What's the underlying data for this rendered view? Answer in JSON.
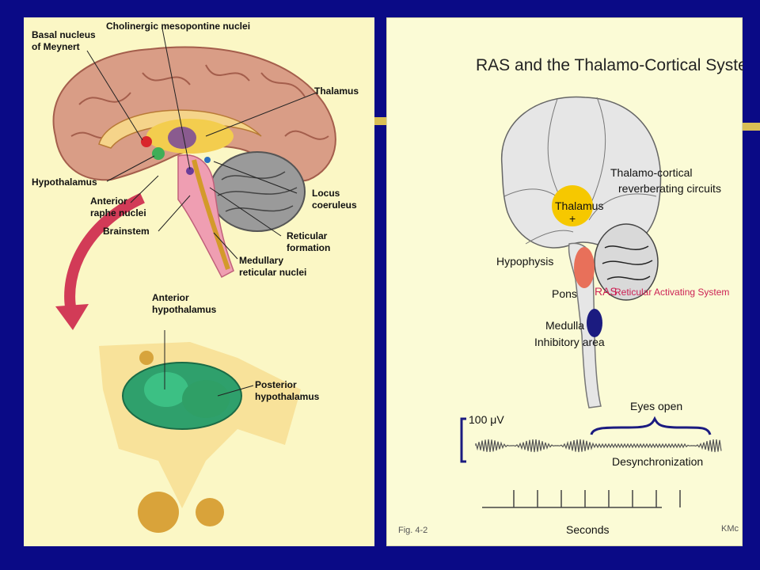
{
  "left": {
    "labels": {
      "basal_nucleus_1": "Basal nucleus",
      "basal_nucleus_2": "of Meynert",
      "cholinergic": "Cholinergic mesopontine nuclei",
      "thalamus": "Thalamus",
      "hypothalamus": "Hypothalamus",
      "locus_1": "Locus",
      "locus_2": "coeruleus",
      "anterior_raphe_1": "Anterior",
      "anterior_raphe_2": "raphe nuclei",
      "brainstem": "Brainstem",
      "reticular_1": "Reticular",
      "reticular_2": "formation",
      "medullary_1": "Medullary",
      "medullary_2": "reticular nuclei",
      "anterior_hypo_1": "Anterior",
      "anterior_hypo_2": "hypothalamus",
      "posterior_hypo_1": "Posterior",
      "posterior_hypo_2": "hypothalamus"
    }
  },
  "right": {
    "title": "RAS and the Thalamo-Cortical System",
    "labels": {
      "thalamo_cortical_1": "Thalamo-cortical",
      "thalamo_cortical_2": "reverberating circuits",
      "thalamus": "Thalamus",
      "plus": "+",
      "hypophysis": "Hypophysis",
      "pons": "Pons",
      "ras": "RAS",
      "ras_desc": "Reticular Activating System",
      "medulla": "Medulla",
      "inhibitory": "Inhibitory area",
      "eyes_open": "Eyes open",
      "scale": "100 μV",
      "desync": "Desynchronization",
      "seconds": "Seconds",
      "fig": "Fig. 4-2",
      "credit": "KMc"
    }
  },
  "colors": {
    "background": "#0a0a86",
    "left_panel": "#fbf7c5",
    "right_panel": "#fbfbd6",
    "thalamus_yellow": "#f6c800",
    "ras_red": "#e8705a",
    "inhibitory_blue": "#1b1b80",
    "ras_label": "#cc2255"
  }
}
